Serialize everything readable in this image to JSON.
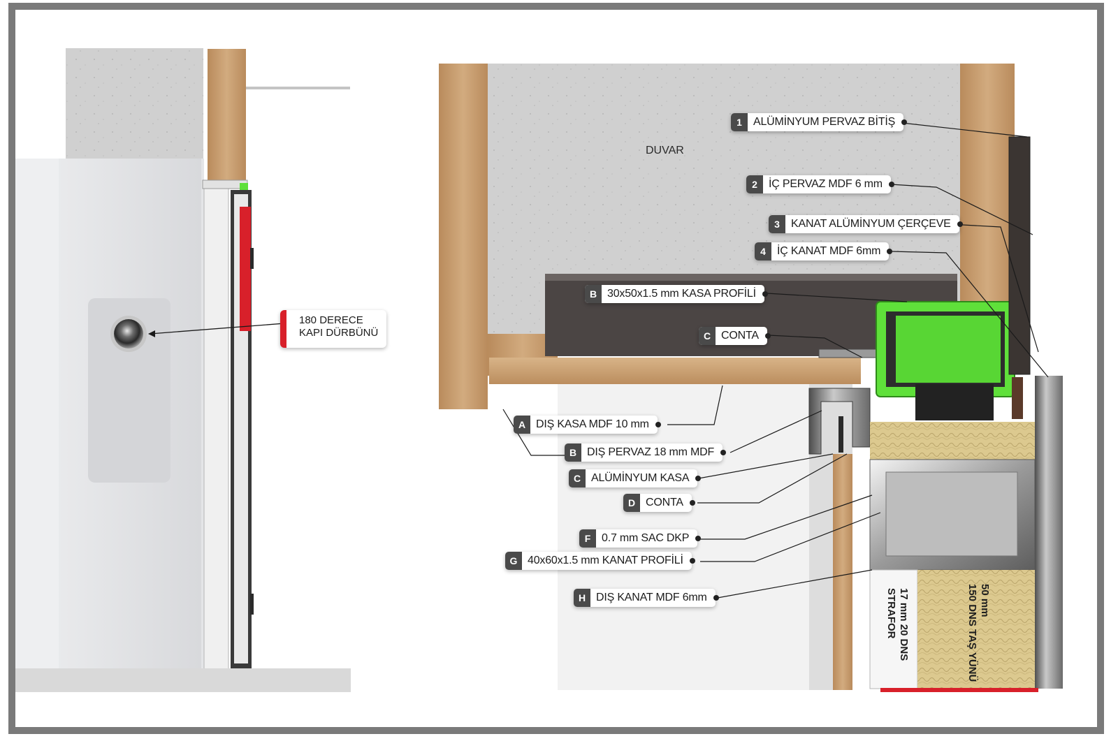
{
  "left_callout": {
    "line1": "180 DERECE",
    "line2": "KAPI DÜRBÜNÜ"
  },
  "wall_label": "DUVAR",
  "callouts_top": [
    {
      "badge": "1",
      "text": "ALÜMİNYUM PERVAZ BİTİŞ"
    },
    {
      "badge": "2",
      "text": "İÇ PERVAZ MDF 6 mm"
    },
    {
      "badge": "3",
      "text": "KANAT ALÜMİNYUM ÇERÇEVE"
    },
    {
      "badge": "4",
      "text": "İÇ KANAT MDF 6mm"
    },
    {
      "badge": "B",
      "text": "30x50x1.5 mm KASA PROFİLİ"
    },
    {
      "badge": "C",
      "text": "CONTA"
    }
  ],
  "callouts_bottom": [
    {
      "badge": "A",
      "text": "DIŞ KASA MDF 10 mm"
    },
    {
      "badge": "B",
      "text": "DIŞ PERVAZ 18 mm MDF"
    },
    {
      "badge": "C",
      "text": "ALÜMİNYUM KASA"
    },
    {
      "badge": "D",
      "text": "CONTA"
    },
    {
      "badge": "F",
      "text": "0.7 mm SAC DKP"
    },
    {
      "badge": "G",
      "text": "40x60x1.5 mm KANAT PROFİLİ"
    },
    {
      "badge": "H",
      "text": "DIŞ KANAT MDF 6mm"
    }
  ],
  "insulation_labels": {
    "strafor_line1": "17 mm 20 DNS",
    "strafor_line2": "STRAFOR",
    "wool_line1": "50 mm",
    "wool_line2": "150 DNS TAŞ YÜNÜ"
  },
  "colors": {
    "frame": "#7a7a7a",
    "wood": "#c39a6b",
    "concrete": "#cfcfcf",
    "profile_green": "#5fe03a",
    "accent_red": "#d8202a",
    "badge": "#4a4a4a"
  }
}
